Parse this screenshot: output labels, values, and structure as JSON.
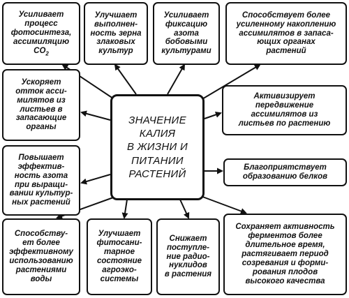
{
  "center": {
    "text": "ЗНАЧЕНИЕ\nКАЛИЯ\nВ ЖИЗНИ И\nПИТАНИИ\nРАСТЕНИЙ"
  },
  "boxes": {
    "photosynthesis": {
      "text": "Усиливает\nпроцесс\nфотосинтеза,\nассимиляцию",
      "formula": "CO",
      "subscript": "2"
    },
    "grain": {
      "text": "Улучшает\nвыполнен-\nность зерна\nзлаковых\nкультур"
    },
    "nitrogen_fixation": {
      "text": "Усиливает\nфиксацию\nазота\nбобовыми\nкультурами"
    },
    "accumulation": {
      "text": "Способствует более\nусиленному накоплению\nассимилятов в запаса-\nющих органах\nрастений"
    },
    "outflow": {
      "text": "Ускоряет\nотток асси-\nмилятов из\nлистьев в\nзапасающие\nорганы"
    },
    "movement": {
      "text": "Активизирует\nпередвижение\nассимилятов из\nлистьев по растению"
    },
    "nitrogen_efficiency": {
      "text": "Повышает\nэффектив-\nность азота\nпри выращи-\nвании культур-\nных растений"
    },
    "proteins": {
      "text": "Благоприятствует\nобразованию белков"
    },
    "water": {
      "text": "Способству-\nет более\nэффективному\nиспользованию\nрастениями\nводы"
    },
    "phytosanitary": {
      "text": "Улучшает\nфитосани-\nтарное\nсостояние\nагроэко-\nсистемы"
    },
    "radionuclides": {
      "text": "Снижает\nпоступле-\nние радио-\nнуклидов\nв растения"
    },
    "enzymes": {
      "text": "Сохраняет активность\nферментов более\nдлительное время,\nрастягивает период\nсозревания и форми-\nрования плодов\nвысокого качества"
    }
  },
  "colors": {
    "stroke": "#111111",
    "background": "#ffffff"
  }
}
